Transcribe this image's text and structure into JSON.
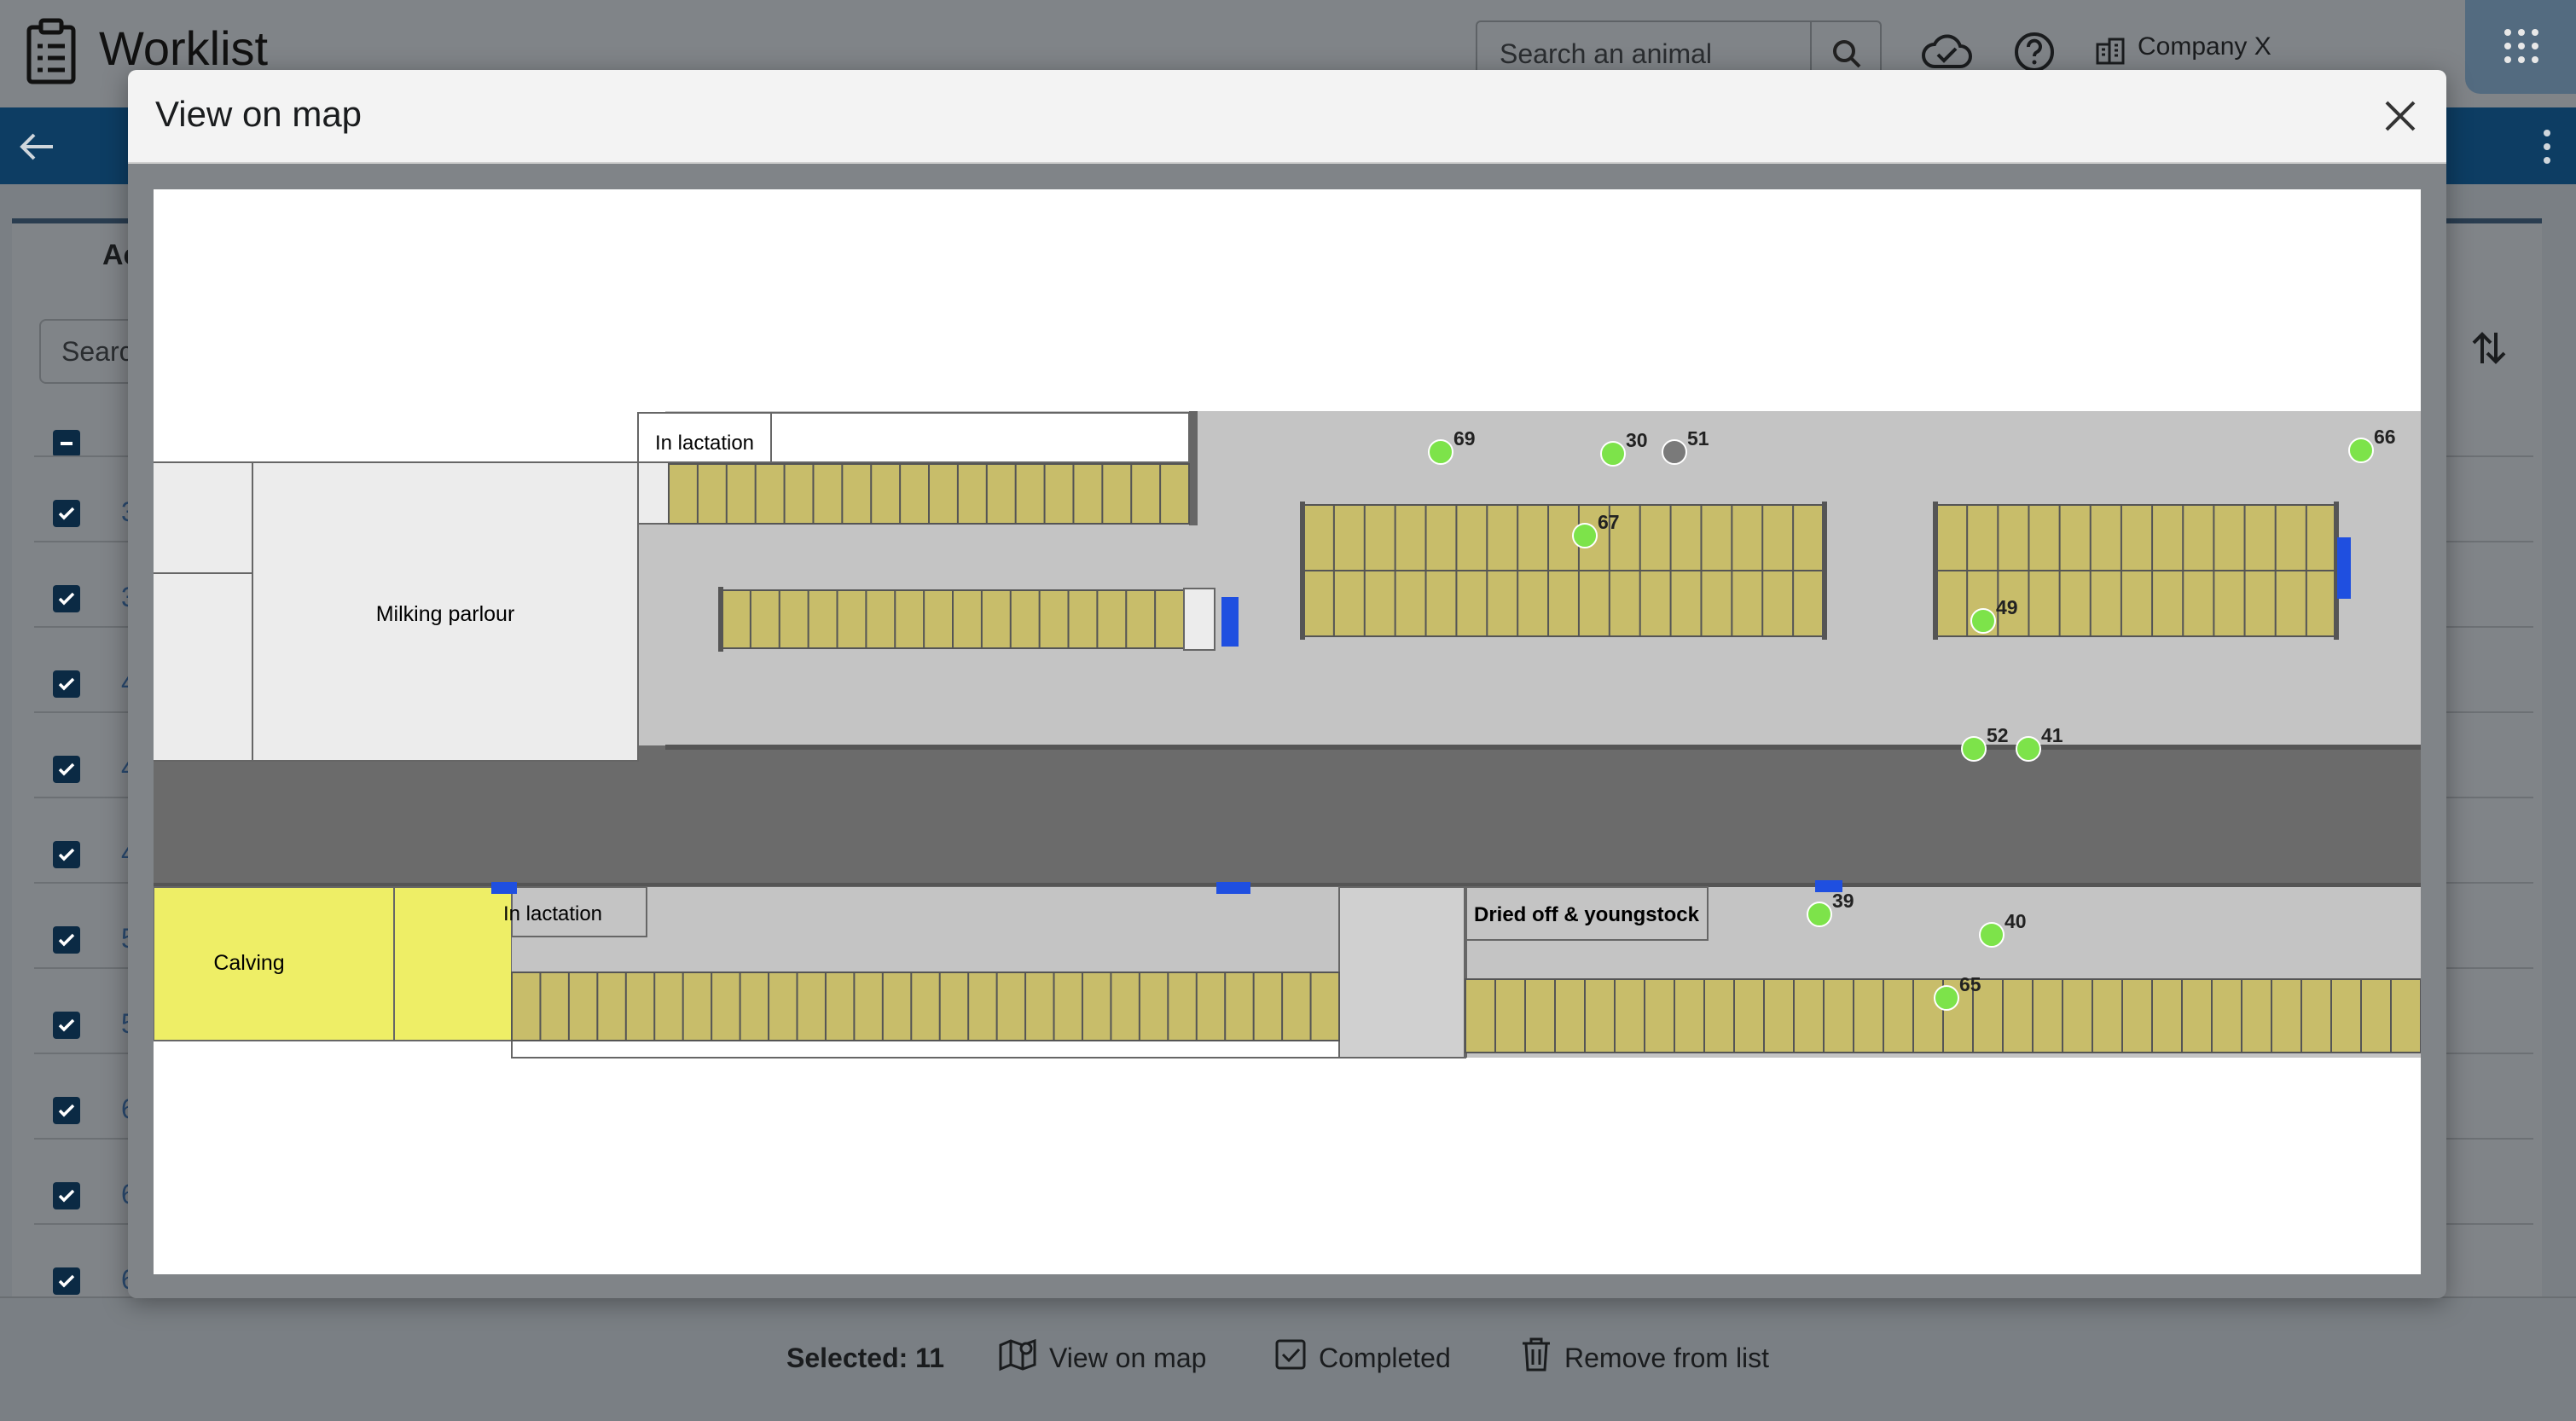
{
  "app": {
    "title": "Worklist",
    "search_placeholder": "Search an animal",
    "company": "Company X"
  },
  "background": {
    "tab_partial": "Ac",
    "search_partial": "Searc",
    "row_ids": [
      "3",
      "3",
      "4",
      "4",
      "4",
      "5",
      "5",
      "6",
      "6",
      "6"
    ]
  },
  "modal": {
    "title": "View on map"
  },
  "map": {
    "zones": {
      "milking_parlour": "Milking parlour",
      "in_lactation_top": "In lactation",
      "in_lactation_bottom": "In lactation",
      "calving": "Calving",
      "dried_off": "Dried off & youngstock"
    },
    "animals": [
      {
        "id": "69",
        "status": "active"
      },
      {
        "id": "30",
        "status": "active"
      },
      {
        "id": "51",
        "status": "inactive"
      },
      {
        "id": "66",
        "status": "active"
      },
      {
        "id": "67",
        "status": "active"
      },
      {
        "id": "49",
        "status": "active"
      },
      {
        "id": "52",
        "status": "active"
      },
      {
        "id": "41",
        "status": "active"
      },
      {
        "id": "39",
        "status": "active"
      },
      {
        "id": "40",
        "status": "active"
      },
      {
        "id": "65",
        "status": "active"
      }
    ],
    "colors": {
      "active_animal": "#7de34a",
      "inactive_animal": "#7a7a7a",
      "stall": "#c8bd6a",
      "calving": "#eeee66",
      "pen": "#c4c4c4",
      "alley": "#6b6b6b",
      "feeder": "#1f4fe0"
    }
  },
  "footer": {
    "selected": "Selected: 11",
    "view_on_map": "View on map",
    "completed": "Completed",
    "remove": "Remove from list"
  }
}
